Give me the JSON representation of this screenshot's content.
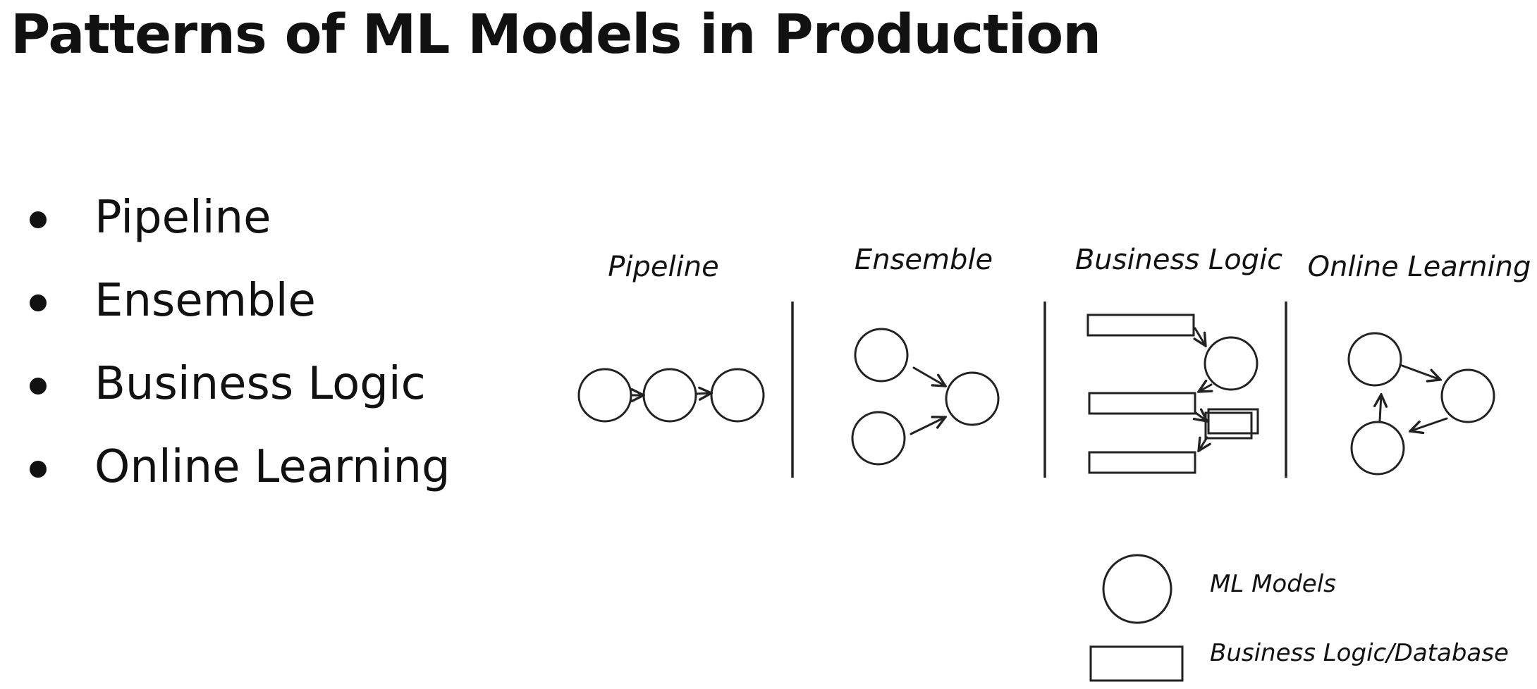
{
  "title": "Patterns of ML Models in Production",
  "bullets": [
    "Pipeline",
    "Ensemble",
    "Business Logic",
    "Online Learning"
  ],
  "diagram": {
    "sections": [
      {
        "label": "Pipeline"
      },
      {
        "label": "Ensemble"
      },
      {
        "label": "Business Logic"
      },
      {
        "label": "Online Learning"
      }
    ],
    "legend": {
      "model_label": "ML Models",
      "logic_label": "Business Logic/Database"
    }
  },
  "colors": {
    "ink": "#222222",
    "text": "#111111",
    "background": "#ffffff"
  }
}
